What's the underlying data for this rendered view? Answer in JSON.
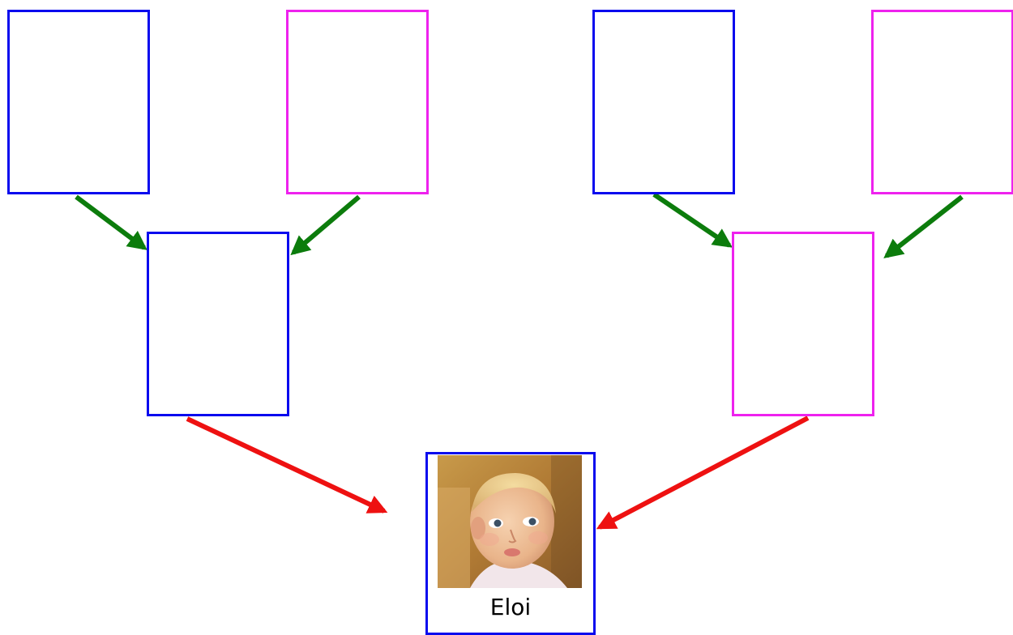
{
  "colors": {
    "male": "#0a0aee",
    "female": "#ee22ee",
    "grandparent_arrow": "#0c7c0c",
    "parent_arrow": "#ee1111"
  },
  "tree": {
    "paternal_grandfather": {
      "gender": "male",
      "name": ""
    },
    "paternal_grandmother": {
      "gender": "female",
      "name": ""
    },
    "maternal_grandfather": {
      "gender": "male",
      "name": ""
    },
    "maternal_grandmother": {
      "gender": "female",
      "name": ""
    },
    "father": {
      "gender": "male",
      "name": ""
    },
    "mother": {
      "gender": "female",
      "name": ""
    },
    "child": {
      "gender": "male",
      "name": "Eloi",
      "photo": "baby-photo"
    }
  }
}
